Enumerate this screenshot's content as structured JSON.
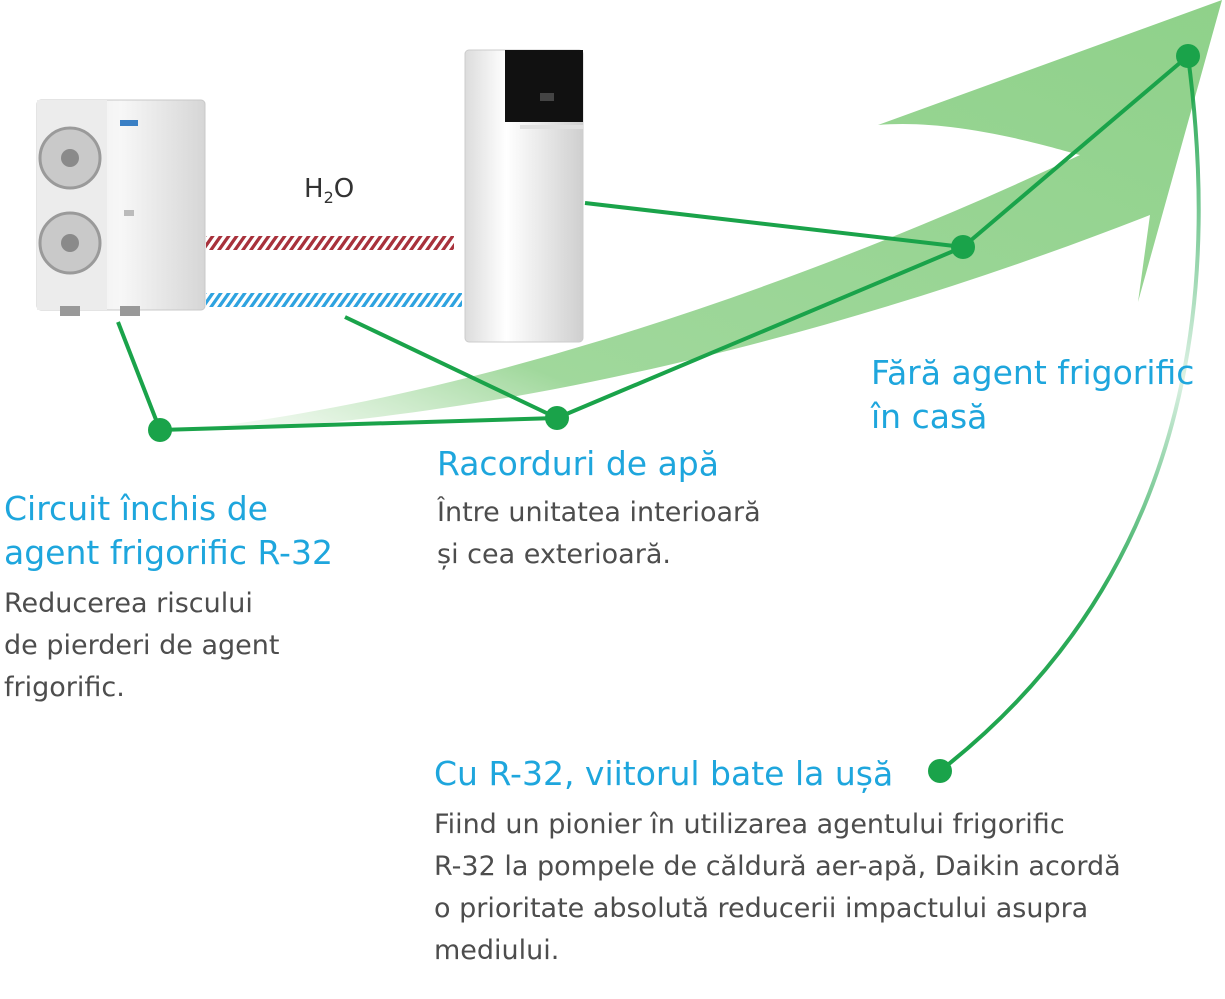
{
  "labels": {
    "h2o": {
      "main": "H",
      "sub": "2",
      "tail": "O"
    },
    "circuit": {
      "title": [
        "Circuit închis de",
        "agent frigorific R-32"
      ],
      "body": [
        "Reducerea riscului",
        "de pierderi de agent",
        "frigorific."
      ]
    },
    "water": {
      "title": [
        "Racorduri de apă"
      ],
      "body": [
        "Între unitatea interioară",
        "și cea exterioară."
      ]
    },
    "no_refrigerant": {
      "title": [
        "Fără agent frigorific",
        "în casă"
      ]
    },
    "future": {
      "title": [
        "Cu R-32, viitorul bate la ușă"
      ],
      "body": [
        "Fiind un pionier în utilizarea agentului frigorific",
        "R-32 la pompele de căldură aer-apă, Daikin acordă",
        "o prioritate absolută reducerii impactului asupra",
        "mediului."
      ]
    }
  },
  "colors": {
    "title": "#1ea6dd",
    "body": "#4d4d4d",
    "arrow": "#8fd18a",
    "connector": "#1aa34a",
    "hot_pipe": "#a8323c",
    "cold_pipe": "#2fa3e0"
  },
  "icons": [
    "outdoor-unit-icon",
    "indoor-unit-icon",
    "growth-arrow-icon"
  ]
}
